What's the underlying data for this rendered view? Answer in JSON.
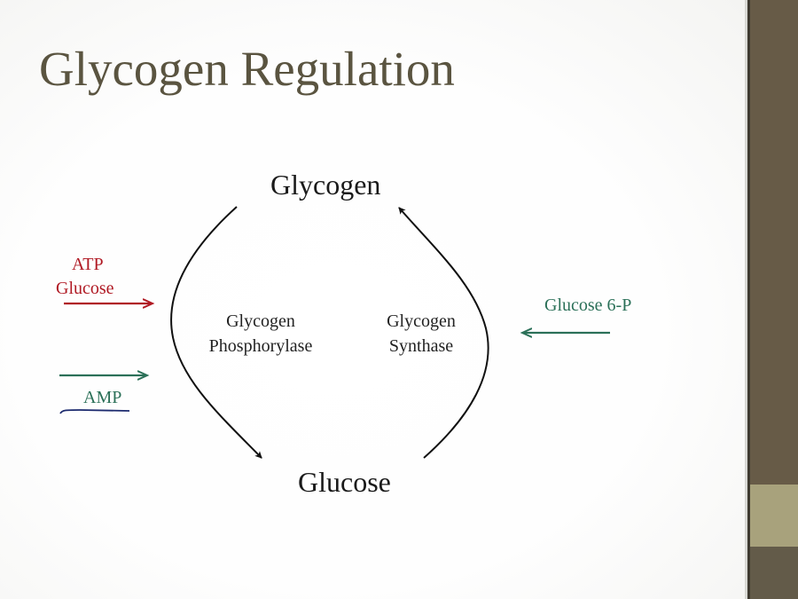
{
  "slide": {
    "title": "Glycogen Regulation",
    "nodes": {
      "top": "Glycogen",
      "bottom": "Glucose"
    },
    "enzymes": {
      "left": [
        "Glycogen",
        "Phosphorylase"
      ],
      "right": [
        "Glycogen",
        "Synthase"
      ]
    },
    "effectors": {
      "left_red": [
        "ATP",
        "Glucose"
      ],
      "left_green": "AMP",
      "right_green": "Glucose 6-P"
    },
    "colors": {
      "inhibitor": "#b01a24",
      "activator": "#2b7058",
      "title": "#5a5440",
      "sidebar": "#675b47",
      "sidebar_accent": "#a8a27c",
      "underline": "#1c2a6e"
    }
  }
}
